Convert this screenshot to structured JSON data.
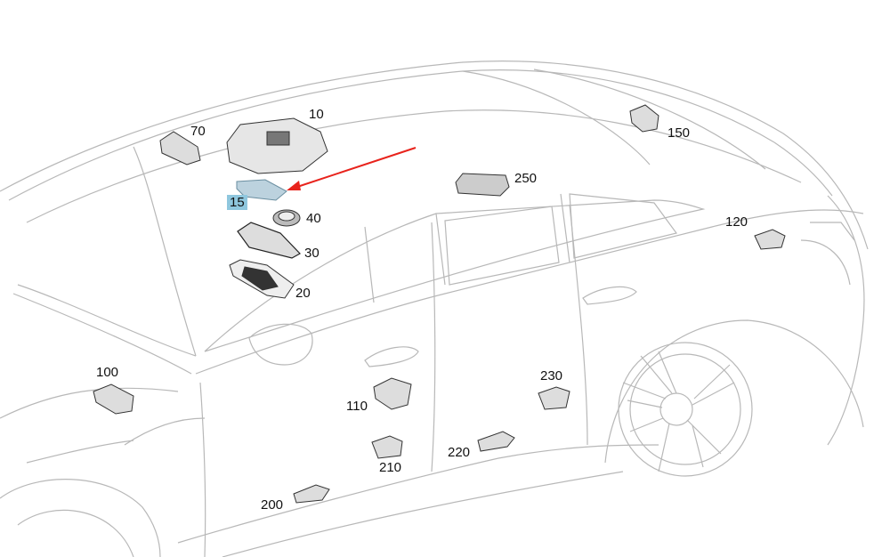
{
  "diagram": {
    "labels": {
      "p10": "10",
      "p15": "15",
      "p20": "20",
      "p30": "30",
      "p40": "40",
      "p70": "70",
      "p100": "100",
      "p110": "110",
      "p120": "120",
      "p150": "150",
      "p200": "200",
      "p210": "210",
      "p220": "220",
      "p230": "230",
      "p250": "250"
    },
    "highlighted_part": "15",
    "colors": {
      "arrow": "#e8231c",
      "highlight": "#8fc7de",
      "lines": "#b8b8b8",
      "part": "#555555"
    }
  }
}
